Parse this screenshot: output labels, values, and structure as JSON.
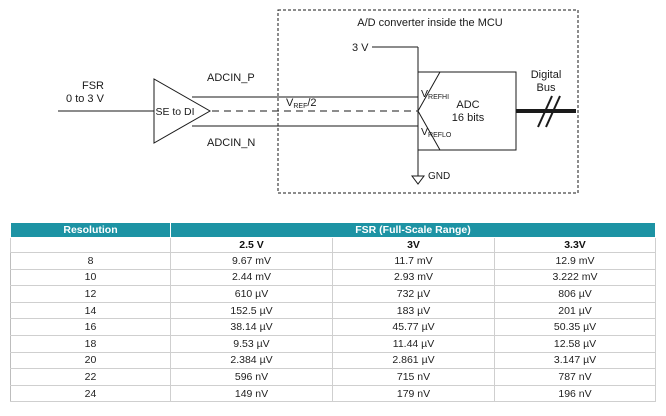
{
  "diagram": {
    "box_title": "A/D converter inside the MCU",
    "fsr_label": "FSR",
    "fsr_range": "0 to 3 V",
    "buffer_label": "SE to DI",
    "adcin_p": "ADCIN_P",
    "adcin_n": "ADCIN_N",
    "vref_main": "V",
    "vref_sub": "REF",
    "vref_suffix": "/2",
    "vref_supply": "3 V",
    "vrefhi_main": "V",
    "vrefhi_sub": "REFHI",
    "vreflo_main": "V",
    "vreflo_sub": "REFLO",
    "adc_label": "ADC",
    "adc_bits": "16 bits",
    "gnd_label": "GND",
    "digital_label": "Digital",
    "bus_label": "Bus"
  },
  "table": {
    "col_resolution": "Resolution",
    "col_fsr": "FSR (Full-Scale Range)",
    "sub_headers": [
      "2.5 V",
      "3V",
      "3.3V"
    ],
    "rows": [
      [
        "8",
        "9.67 mV",
        "11.7 mV",
        "12.9 mV"
      ],
      [
        "10",
        "2.44 mV",
        "2.93 mV",
        "3.222 mV"
      ],
      [
        "12",
        "610 µV",
        "732 µV",
        "806 µV"
      ],
      [
        "14",
        "152.5 µV",
        "183 µV",
        "201 µV"
      ],
      [
        "16",
        "38.14 µV",
        "45.77 µV",
        "50.35 µV"
      ],
      [
        "18",
        "9.53 µV",
        "11.44 µV",
        "12.58 µV"
      ],
      [
        "20",
        "2.384 µV",
        "2.861 µV",
        "3.147 µV"
      ],
      [
        "22",
        "596 nV",
        "715 nV",
        "787 nV"
      ],
      [
        "24",
        "149 nV",
        "179 nV",
        "196 nV"
      ]
    ]
  },
  "colors": {
    "header_bg": "#1d93a4",
    "line": "#1a1a1a"
  }
}
